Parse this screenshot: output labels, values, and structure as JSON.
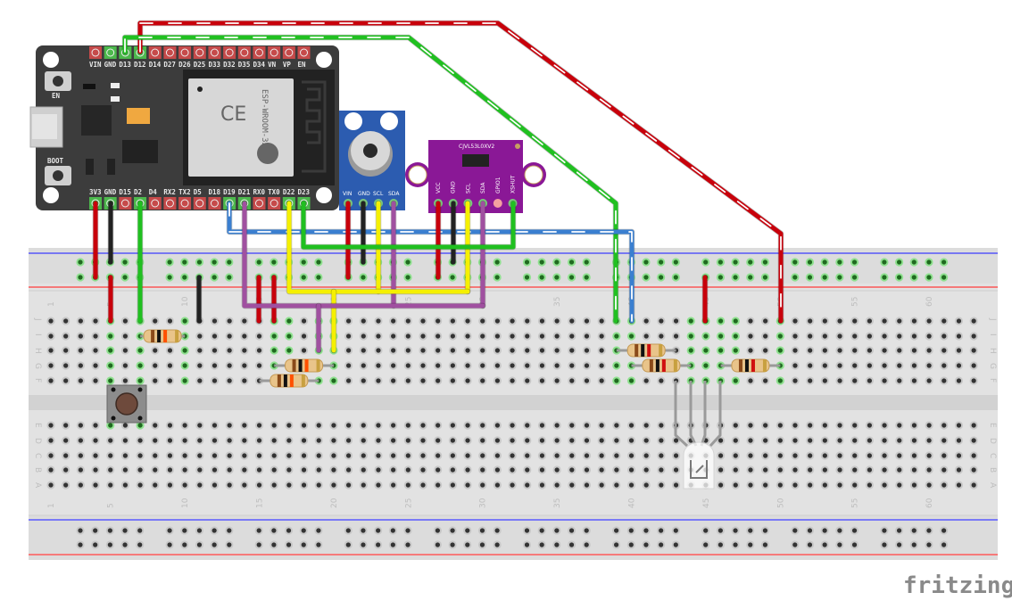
{
  "esp32": {
    "top_pins": [
      "VIN",
      "GND",
      "D13",
      "D12",
      "D14",
      "D27",
      "D26",
      "D25",
      "D33",
      "D32",
      "D35",
      "D34",
      "VN",
      "VP",
      "EN"
    ],
    "bottom_pins": [
      "3V3",
      "GND",
      "D15",
      "D2",
      "D4",
      "RX2",
      "TX2",
      "D5",
      "D18",
      "D19",
      "D21",
      "RX0",
      "TX0",
      "D22",
      "D23"
    ],
    "buttons": {
      "en": "EN",
      "boot": "BOOT"
    },
    "module_text": "ESP-WROOM-32"
  },
  "mlx_sensor": {
    "pins": [
      "VIN",
      "GND",
      "SCL",
      "SDA"
    ]
  },
  "vl53_sensor": {
    "title": "CJVL53L0XV2",
    "pins": [
      "VCC",
      "GND",
      "SCL",
      "SDA",
      "GPIO1",
      "XSHUT"
    ]
  },
  "breadboard": {
    "row_labels_top": [
      "J",
      "I",
      "H",
      "G",
      "F"
    ],
    "row_labels_bottom": [
      "E",
      "D",
      "C",
      "B",
      "A"
    ],
    "column_numbers": [
      "1",
      "5",
      "10",
      "15",
      "20",
      "25",
      "30",
      "35",
      "40",
      "45",
      "50",
      "55",
      "60"
    ]
  },
  "brand": "fritzing",
  "colors": {
    "wire_red": "#c8000b",
    "wire_green": "#20c020",
    "wire_blue": "#3a7fd0",
    "wire_yellow": "#f5f000",
    "wire_purple": "#a050a0",
    "wire_black": "#222222",
    "board": "#3c3c3c",
    "mlx": "#2c5cb0",
    "vl53": "#8a1896"
  }
}
